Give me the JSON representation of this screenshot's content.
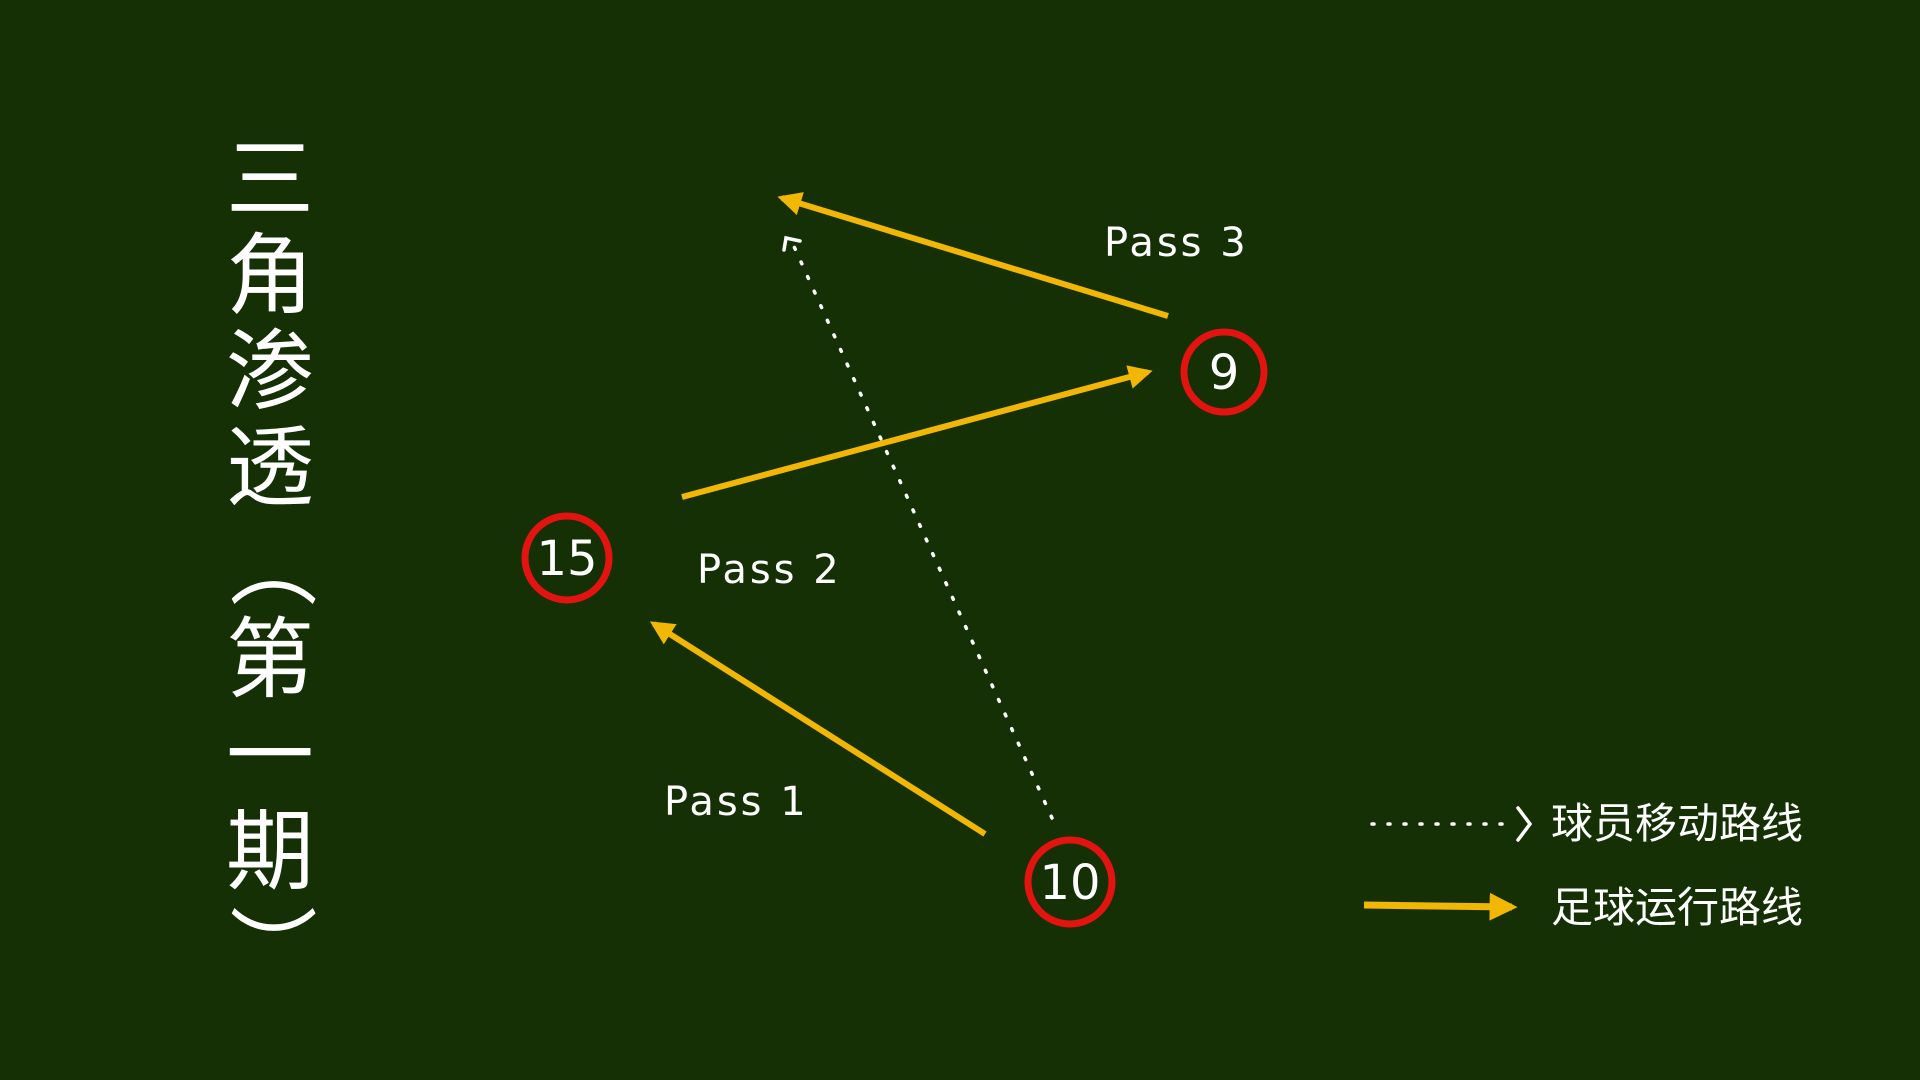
{
  "title": {
    "chars": [
      "三",
      "角",
      "渗",
      "透",
      "（",
      "第",
      "一",
      "期",
      "）"
    ]
  },
  "players": [
    {
      "id": "p15",
      "label": "15"
    },
    {
      "id": "p9",
      "label": "9"
    },
    {
      "id": "p10",
      "label": "10"
    }
  ],
  "passes": [
    {
      "label": "Pass 1"
    },
    {
      "label": "Pass 2"
    },
    {
      "label": "Pass 3"
    }
  ],
  "legend": {
    "player_movement": "球员移动路线",
    "ball_movement": "足球运行路线"
  },
  "colors": {
    "background": "#153005",
    "ball_path": "#f2b705",
    "player_ring": "#e3140f",
    "text": "#ffffff"
  }
}
